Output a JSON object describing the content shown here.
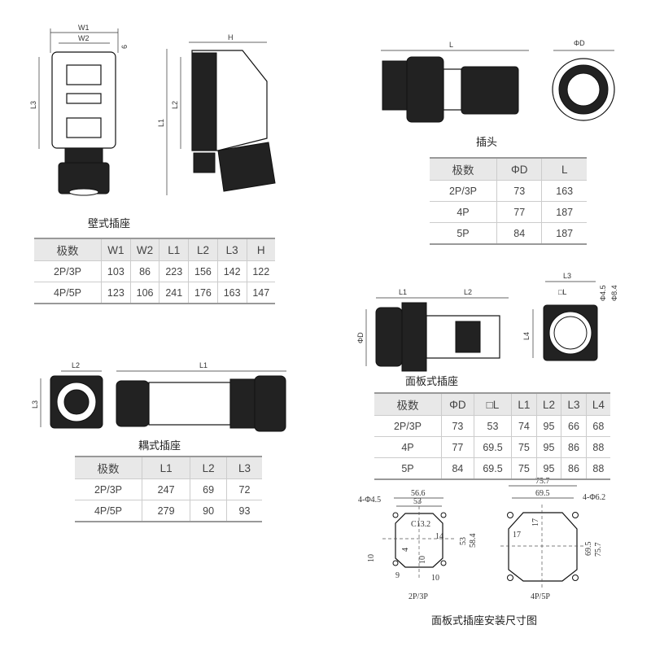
{
  "wall_socket": {
    "caption": "壁式插座",
    "dims": {
      "w1": "W1",
      "w2": "W2",
      "six": "6",
      "l3": "L3",
      "h": "H",
      "l1": "L1",
      "l2": "L2"
    },
    "headers": [
      "极数",
      "W1",
      "W2",
      "L1",
      "L2",
      "L3",
      "H"
    ],
    "rows": [
      [
        "2P/3P",
        "103",
        "86",
        "223",
        "156",
        "142",
        "122"
      ],
      [
        "4P/5P",
        "123",
        "106",
        "241",
        "176",
        "163",
        "147"
      ]
    ]
  },
  "plug": {
    "caption": "插头",
    "dims": {
      "l": "L",
      "d": "ΦD"
    },
    "headers": [
      "极数",
      "ΦD",
      "L"
    ],
    "rows": [
      [
        "2P/3P",
        "73",
        "163"
      ],
      [
        "4P",
        "77",
        "187"
      ],
      [
        "5P",
        "84",
        "187"
      ]
    ]
  },
  "panel_socket": {
    "caption": "面板式插座",
    "dims": {
      "l1": "L1",
      "l2": "L2",
      "l3": "L3",
      "sq": "□L",
      "d": "ΦD",
      "l4": "L4",
      "p45": "Φ4.5",
      "p84": "Φ8.4"
    },
    "headers": [
      "极数",
      "ΦD",
      "□L",
      "L1",
      "L2",
      "L3",
      "L4"
    ],
    "rows": [
      [
        "2P/3P",
        "73",
        "53",
        "74",
        "95",
        "66",
        "68"
      ],
      [
        "4P",
        "77",
        "69.5",
        "75",
        "95",
        "86",
        "88"
      ],
      [
        "5P",
        "84",
        "69.5",
        "75",
        "95",
        "86",
        "88"
      ]
    ]
  },
  "coupler_socket": {
    "caption": "耦式插座",
    "dims": {
      "l2": "L2",
      "l1": "L1",
      "l3": "L3"
    },
    "headers": [
      "极数",
      "L1",
      "L2",
      "L3"
    ],
    "rows": [
      [
        "2P/3P",
        "247",
        "69",
        "72"
      ],
      [
        "4P/5P",
        "279",
        "90",
        "93"
      ]
    ]
  },
  "mounting": {
    "caption": "面板式插座安装尺寸图",
    "small": {
      "label": "2P/3P",
      "d566": "56.6",
      "d53": "53",
      "hole": "4-Φ4.5",
      "chamfer": "C13.2",
      "d14": "14",
      "v53": "53",
      "v584": "58.4",
      "d4": "4",
      "d10a": "10",
      "d10b": "10",
      "d9": "9",
      "d10c": "10"
    },
    "large": {
      "label": "4P/5P",
      "d757": "75.7",
      "d695": "69.5",
      "hole": "4-Φ6.2",
      "d17a": "17",
      "d17b": "17",
      "v695": "69.5",
      "v757": "75.7"
    }
  }
}
